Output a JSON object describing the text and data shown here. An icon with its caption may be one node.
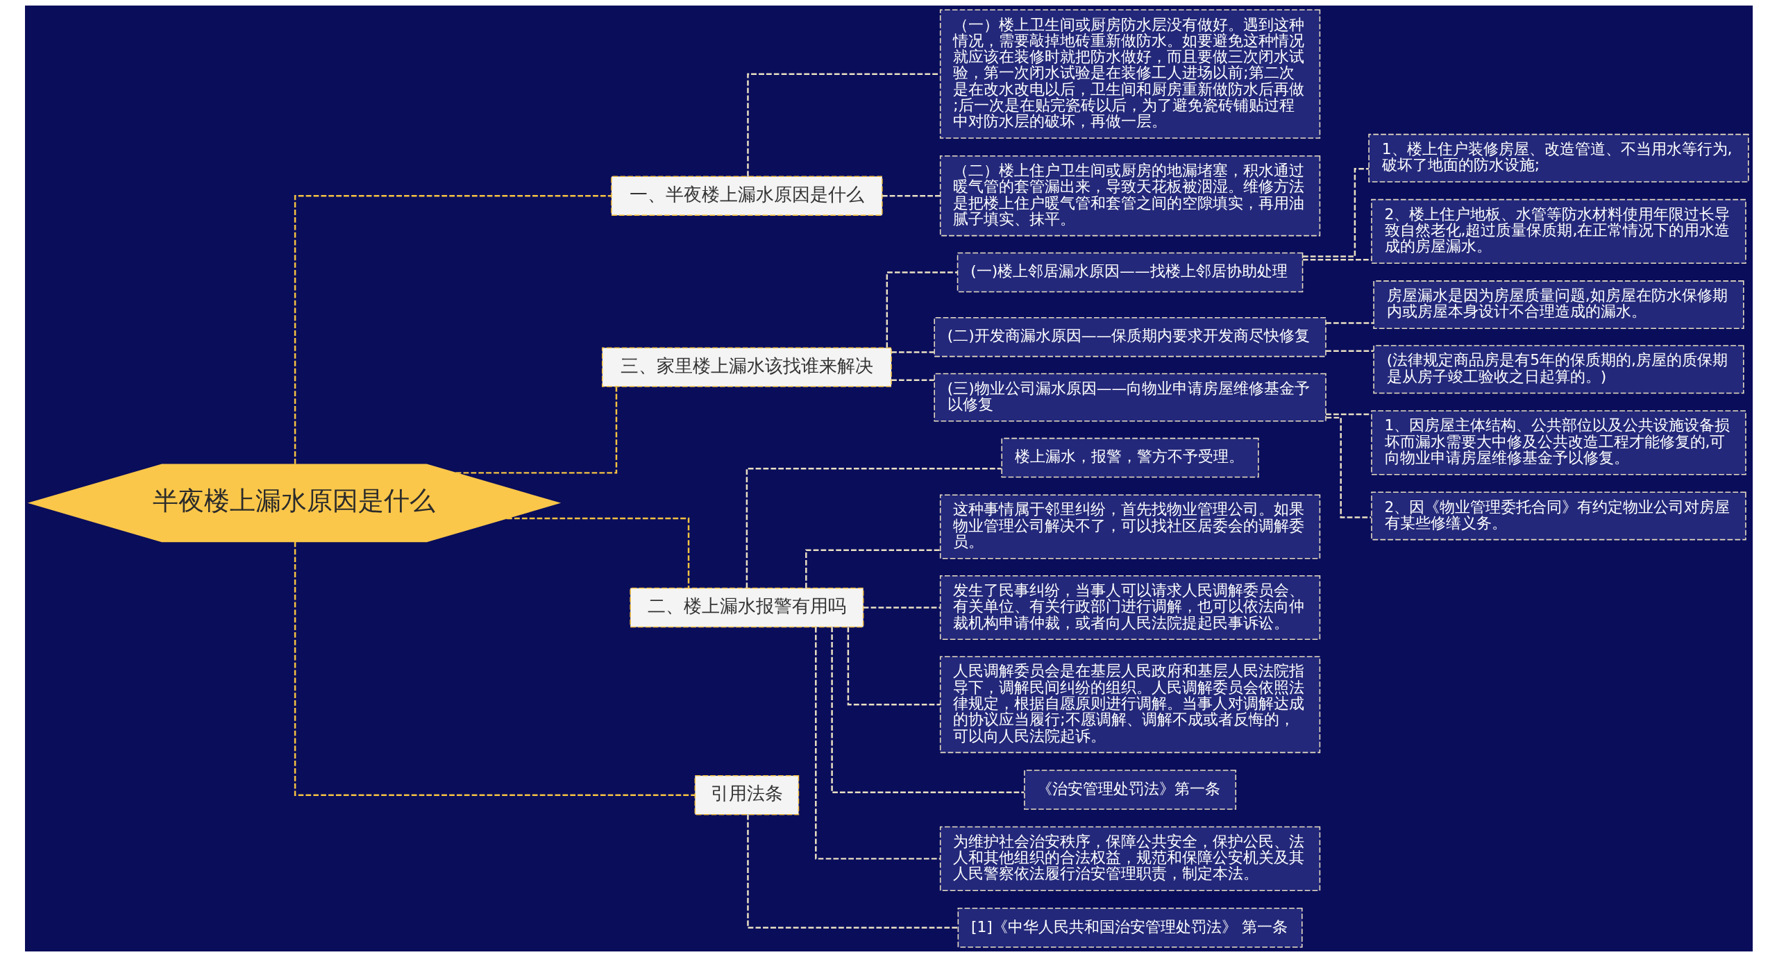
{
  "diagram": {
    "nodes": [
      {
        "text": [
          "半夜楼上漏水原因是什么"
        ]
      },
      {
        "text": [
          "一、半夜楼上漏水原因是什么"
        ]
      },
      {
        "text": [
          "（一）楼上卫生间或厨房防水层没有做好。遇到这种情况，需要敲掉地砖重新做防水。如要避免这种情况就应该在装修时就把防水做好，而且要做三次闭水试验，第一次闭水试验是在装修工人进场以前;第二次是在改水改电以后，卫生间和厨房重新做防水后再做;后一次是在贴完瓷砖以后，为了避免瓷砖铺贴过程中对防水层的破坏，再做一层。"
        ]
      },
      {
        "text": [
          "（二）楼上住户卫生间或厨房的地漏堵塞，积水通过暖气管的套管漏出来，导致天花板被洇湿。维修方法是把楼上住户暖气管和套管之间的空隙填实，再用油腻子填实、抹平。"
        ]
      },
      {
        "text": [
          "三、家里楼上漏水该找谁来解决"
        ]
      },
      {
        "text": [
          "(一)楼上邻居漏水原因——找楼上邻居协助处理"
        ]
      },
      {
        "text": [
          "1、楼上住户装修房屋、改造管道、不当用水等行为,破坏了地面的防水设施;"
        ]
      },
      {
        "text": [
          "2、楼上住户地板、水管等防水材料使用年限过长导致自然老化,超过质量保质期,在正常情况下的用水造成的房屋漏水。"
        ]
      },
      {
        "text": [
          "(二)开发商漏水原因——保质期内要求开发商尽快修复"
        ]
      },
      {
        "text": [
          "房屋漏水是因为房屋质量问题,如房屋在防水保修期内或房屋本身设计不合理造成的漏水。"
        ]
      },
      {
        "text": [
          "(法律规定商品房是有5年的保质期的,房屋的质保期是从房子竣工验收之日起算的。)"
        ]
      },
      {
        "text": [
          "(三)物业公司漏水原因——向物业申请房屋维修基金予以修复"
        ]
      },
      {
        "text": [
          "1、因房屋主体结构、公共部位以及公共设施设备损坏而漏水需要大中修及公共改造工程才能修复的,可向物业申请房屋维修基金予以修复。"
        ]
      },
      {
        "text": [
          "2、因《物业管理委托合同》有约定物业公司对房屋有某些修缮义务。"
        ]
      },
      {
        "text": [
          "二、楼上漏水报警有用吗"
        ]
      },
      {
        "text": [
          "楼上漏水，报警，警方不予受理。"
        ]
      },
      {
        "text": [
          "这种事情属于邻里纠纷，首先找物业管理公司。如果物业管理公司解决不了，可以找社区居委会的调解委员。"
        ]
      },
      {
        "text": [
          "发生了民事纠纷，当事人可以请求人民调解委员会、有关单位、有关行政部门进行调解，也可以依法向仲裁机构申请仲裁，或者向人民法院提起民事诉讼。"
        ]
      },
      {
        "text": [
          "人民调解委员会是在基层人民政府和基层人民法院指导下，调解民间纠纷的组织。人民调解委员会依照法律规定，根据自愿原则进行调解。当事人对调解达成的协议应当履行;不愿调解、调解不成或者反悔的，可以向人民法院起诉。"
        ]
      },
      {
        "text": [
          "《治安管理处罚法》第一条"
        ]
      },
      {
        "text": [
          "为维护社会治安秩序，保障公共安全，保护公民、法人和其他组织的合法权益，规范和保障公安机关及其人民警察依法履行治安管理职责，制定本法。"
        ]
      },
      {
        "text": [
          "引用法条"
        ]
      },
      {
        "text": [
          "[1]《中华人民共和国治安管理处罚法》 第一条"
        ]
      }
    ],
    "edges": [
      {
        "from": 0,
        "to": 1,
        "arrow": "none",
        "style": "dashed",
        "color": "#f5c242"
      },
      {
        "from": 1,
        "to": 2,
        "arrow": "none",
        "style": "dashed"
      },
      {
        "from": 1,
        "to": 3,
        "arrow": "none",
        "style": "dashed"
      },
      {
        "from": 0,
        "to": 4,
        "arrow": "none",
        "style": "dashed",
        "color": "#f5c242"
      },
      {
        "from": 4,
        "to": 5,
        "arrow": "none",
        "style": "dashed"
      },
      {
        "from": 5,
        "to": 6,
        "arrow": "none",
        "style": "dashed"
      },
      {
        "from": 5,
        "to": 7,
        "arrow": "none",
        "style": "dashed"
      },
      {
        "from": 4,
        "to": 8,
        "arrow": "none",
        "style": "dashed"
      },
      {
        "from": 8,
        "to": 9,
        "arrow": "none",
        "style": "dashed"
      },
      {
        "from": 8,
        "to": 10,
        "arrow": "none",
        "style": "dashed"
      },
      {
        "from": 4,
        "to": 11,
        "arrow": "none",
        "style": "dashed"
      },
      {
        "from": 11,
        "to": 12,
        "arrow": "none",
        "style": "dashed"
      },
      {
        "from": 11,
        "to": 13,
        "arrow": "none",
        "style": "dashed"
      },
      {
        "from": 0,
        "to": 14,
        "arrow": "none",
        "style": "dashed",
        "color": "#f5c242"
      },
      {
        "from": 14,
        "to": 15,
        "arrow": "none",
        "style": "dashed"
      },
      {
        "from": 14,
        "to": 16,
        "arrow": "none",
        "style": "dashed"
      },
      {
        "from": 14,
        "to": 17,
        "arrow": "none",
        "style": "dashed"
      },
      {
        "from": 14,
        "to": 18,
        "arrow": "none",
        "style": "dashed"
      },
      {
        "from": 14,
        "to": 19,
        "arrow": "none",
        "style": "dashed"
      },
      {
        "from": 14,
        "to": 20,
        "arrow": "none",
        "style": "dashed"
      },
      {
        "from": 0,
        "to": 21,
        "arrow": "none",
        "style": "dashed",
        "color": "#f5c242"
      },
      {
        "from": 21,
        "to": 22,
        "arrow": "none",
        "style": "dashed"
      }
    ]
  }
}
